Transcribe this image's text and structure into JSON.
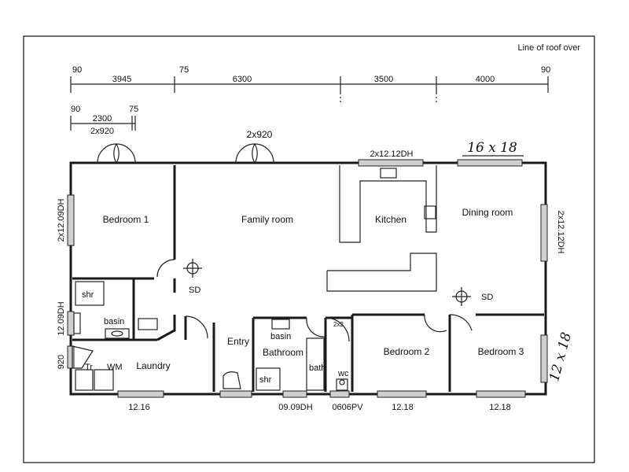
{
  "header": {
    "roof_note": "Line of roof over"
  },
  "dimensions_top": [
    "90",
    "3945",
    "75",
    "6300",
    "3500",
    "4000",
    "90"
  ],
  "dimensions_second": [
    "90",
    "75",
    "2300",
    "2x920"
  ],
  "rooms": {
    "bedroom1": "Bedroom  1",
    "family": "Family room",
    "kitchen": "Kitchen",
    "dining": "Dining room",
    "entry": "Entry",
    "bathroom": "Bathroom",
    "bedroom2": "Bedroom  2",
    "bedroom3": "Bedroom  3",
    "laundry": "Laundry"
  },
  "fixtures": {
    "shr1": "shr",
    "basin1": "basin",
    "tr": "Tr",
    "wm": "WM",
    "basin2": "basin",
    "shr2": "shr",
    "bath": "bath",
    "wc": "wc",
    "sd1": "SD",
    "sd2": "SD",
    "note": "2x2"
  },
  "openings": {
    "door_top_left": "2x920",
    "door_top_mid": "2x920",
    "win_top_kitchen": "2x12.12DH",
    "win_left_bed1": "2x12.09DH",
    "win_left_bath": "12.09DH",
    "win_left_laundry": "920",
    "win_right_dining": "2x12.12DH",
    "win_bottom_laundry": "12.16",
    "win_bottom_bath": "09.09DH",
    "win_bottom_wc": "0606PV",
    "win_bottom_bed2": "12.18",
    "win_bottom_bed3": "12.18"
  },
  "handwritten": {
    "dining_size": "16 x 18",
    "bed3_size": "12 x 18"
  }
}
